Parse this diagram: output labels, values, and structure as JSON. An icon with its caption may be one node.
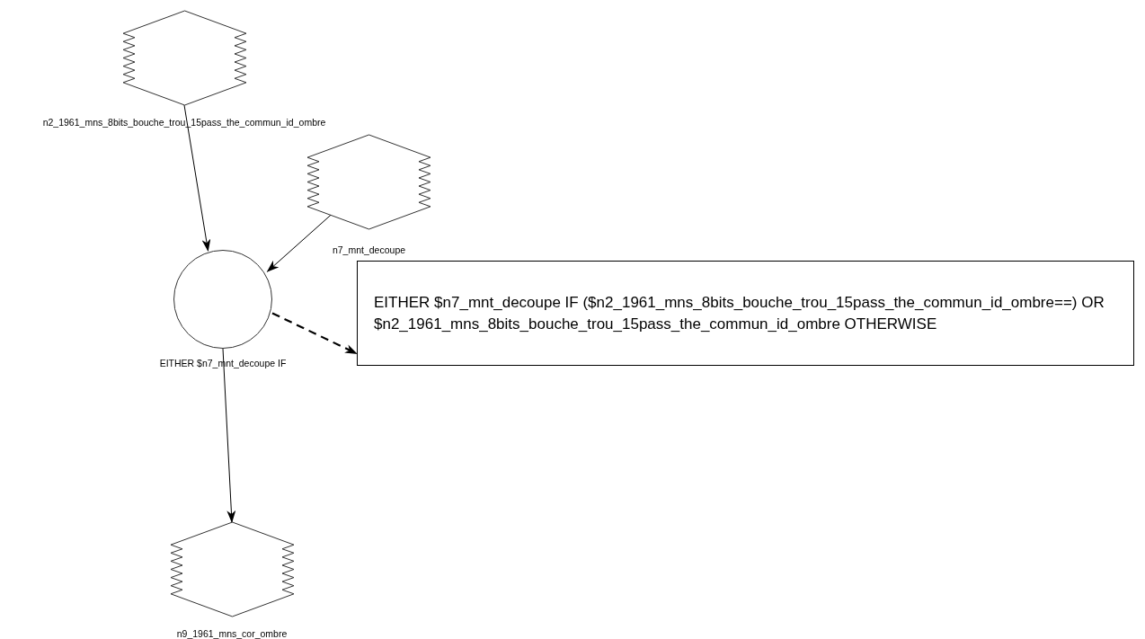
{
  "diagram": {
    "nodes": [
      {
        "text": [
          "n2_1961_mns_8bits_bouche_trou_15pass_the_commun_id_ombre"
        ]
      },
      {
        "text": [
          "n7_mnt_decoupe"
        ]
      },
      {
        "text": [
          "EITHER $n7_mnt_decoupe IF"
        ]
      },
      {
        "text": [
          "EITHER $n7_mnt_decoupe IF ($n2_1961_mns_8bits_bouche_trou_15pass_the_commun_id_ombre==) OR $n2_1961_mns_8bits_bouche_trou_15pass_the_commun_id_ombre OTHERWISE"
        ]
      },
      {
        "text": [
          "n9_1961_mns_cor_ombre"
        ]
      }
    ],
    "edges": [
      {
        "from": 0,
        "to": 2,
        "arrow": "to"
      },
      {
        "from": 1,
        "to": 2,
        "arrow": "to"
      },
      {
        "from": 2,
        "to": 3,
        "arrow": "to",
        "style": "dashed"
      },
      {
        "from": 2,
        "to": 4,
        "arrow": "to"
      }
    ]
  }
}
